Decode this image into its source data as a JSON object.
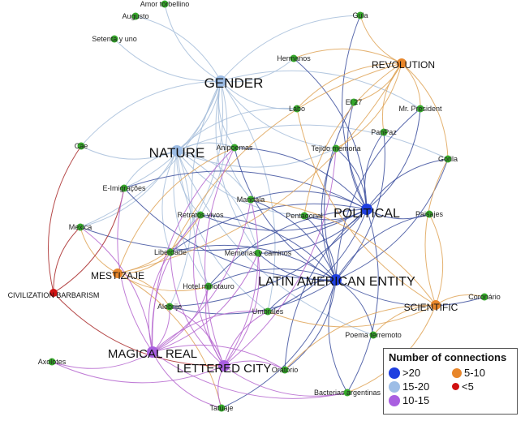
{
  "colors": {
    ">20": "#1f3fe0",
    "15-20": "#9dbde6",
    "10-15": "#a95fe0",
    "5-10": "#e8862a",
    "<5": "#d01010",
    "leaf": "#35a82a",
    "edge_light_blue": "#a7bedb",
    "edge_dark_blue": "#3c4f9e",
    "edge_orange": "#dfa458",
    "edge_purple": "#b566cf",
    "edge_red": "#a82828"
  },
  "hubs": [
    {
      "name": "GENDER",
      "group": "15-20"
    },
    {
      "name": "NATURE",
      "group": "15-20"
    },
    {
      "name": "POLITICAL",
      "group": ">20"
    },
    {
      "name": "LATIN AMERICAN ENTITY",
      "group": ">20"
    },
    {
      "name": "REVOLUTION",
      "group": "5-10"
    },
    {
      "name": "MESTIZAJE",
      "group": "5-10"
    },
    {
      "name": "SCIENTIFIC",
      "group": "5-10"
    },
    {
      "name": "CIVILIZATION BARBARISM",
      "group": "<5"
    },
    {
      "name": "MAGICAL REAL",
      "group": "10-15"
    },
    {
      "name": "LETTERED CITY",
      "group": "10-15"
    }
  ],
  "works": [
    "Amor torbellino",
    "Augusto",
    "Setenta y uno",
    "Gula",
    "Hermanos",
    "Labo",
    "El 27",
    "Mr. President",
    "PanPaz",
    "Tejido memoria",
    "Gorila",
    "Cae",
    "Anipoemas",
    "E-Imigrações",
    "Mandala",
    "Retratos vivos",
    "Pentagonal",
    "Paisajes",
    "Mexica",
    "Liberdade",
    "Memorias y caminos",
    "Hotel minotauro",
    "Alebrije",
    "Umbrales",
    "Coronário",
    "Poema terremoto",
    "Axolotes",
    "Oratorio",
    "Bacterias argentinas",
    "Tatuaje"
  ],
  "connections": {
    "GENDER": [
      "Amor torbellino",
      "Augusto",
      "Setenta y uno",
      "Cae",
      "E-Imigrações",
      "Hermanos",
      "Gula",
      "Labo",
      "Mr. President",
      "Anipoemas",
      "Retratos vivos",
      "Mandala",
      "Liberdade",
      "Memorias y caminos",
      "Mexica",
      "Hotel minotauro",
      "Umbrales",
      "Tejido memoria",
      "NATURE"
    ],
    "NATURE": [
      "Cae",
      "E-Imigrações",
      "Anipoemas",
      "Retratos vivos",
      "Mandala",
      "Liberdade",
      "Memorias y caminos",
      "Hotel minotauro",
      "Alebrije",
      "Umbrales",
      "Gorila",
      "Poema terremoto",
      "Labo",
      "Pentagonal",
      "Mexica",
      "Tejido memoria"
    ],
    "POLITICAL": [
      "Gula",
      "Hermanos",
      "El 27",
      "Mr. President",
      "PanPaz",
      "Tejido memoria",
      "Gorila",
      "Paisajes",
      "Pentagonal",
      "Mandala",
      "Retratos vivos",
      "E-Imigrações",
      "Mexica",
      "Liberdade",
      "Memorias y caminos",
      "Oratorio",
      "Bacterias argentinas",
      "Hotel minotauro",
      "Umbrales",
      "Anipoemas",
      "Alebrije"
    ],
    "LATIN AMERICAN ENTITY": [
      "El 27",
      "PanPaz",
      "Mr. President",
      "Gorila",
      "Paisajes",
      "Pentagonal",
      "Tejido memoria",
      "Mandala",
      "E-Imigrações",
      "Liberdade",
      "Memorias y caminos",
      "Hotel minotauro",
      "Alebrije",
      "Umbrales",
      "Oratorio",
      "Bacterias argentinas",
      "Poema terremoto",
      "Coronário",
      "Tatuaje",
      "Retratos vivos",
      "Anipoemas"
    ],
    "REVOLUTION": [
      "Gula",
      "Hermanos",
      "El 27",
      "PanPaz",
      "Gorila",
      "Labo",
      "Mr. President",
      "Pentagonal",
      "MESTIZAJE",
      "Liberdade",
      "Tejido memoria"
    ],
    "MESTIZAJE": [
      "Mexica",
      "Liberdade",
      "Alebrije",
      "Hotel minotauro",
      "Tatuaje",
      "Retratos vivos",
      "Anipoemas"
    ],
    "SCIENTIFIC": [
      "Coronário",
      "Poema terremoto",
      "Bacterias argentinas",
      "Oratorio",
      "Gorila",
      "Paisajes",
      "Labo",
      "Mandala",
      "Umbrales"
    ],
    "CIVILIZATION BARBARISM": [
      "Mexica",
      "E-Imigrações",
      "Cae",
      "LETTERED CITY"
    ],
    "MAGICAL REAL": [
      "Axolotes",
      "Alebrije",
      "Liberdade",
      "Hotel minotauro",
      "Retratos vivos",
      "Mandala",
      "Anipoemas",
      "Tatuaje",
      "Oratorio",
      "Bacterias argentinas",
      "Umbrales",
      "Memorias y caminos",
      "E-Imigrações",
      "Mexica"
    ],
    "LETTERED CITY": [
      "Axolotes",
      "Tatuaje",
      "Oratorio",
      "Bacterias argentinas",
      "Umbrales",
      "Memorias y caminos",
      "Hotel minotauro",
      "Alebrije",
      "Liberdade",
      "Mandala",
      "Retratos vivos",
      "Tejido memoria",
      "Anipoemas"
    ]
  },
  "legend": {
    "title": "Number of connections",
    "items": [
      {
        "label": ">20",
        "group": ">20"
      },
      {
        "label": "5-10",
        "group": "5-10"
      },
      {
        "label": "15-20",
        "group": "15-20"
      },
      {
        "label": "<5",
        "group": "<5"
      },
      {
        "label": "10-15",
        "group": "10-15"
      }
    ]
  }
}
